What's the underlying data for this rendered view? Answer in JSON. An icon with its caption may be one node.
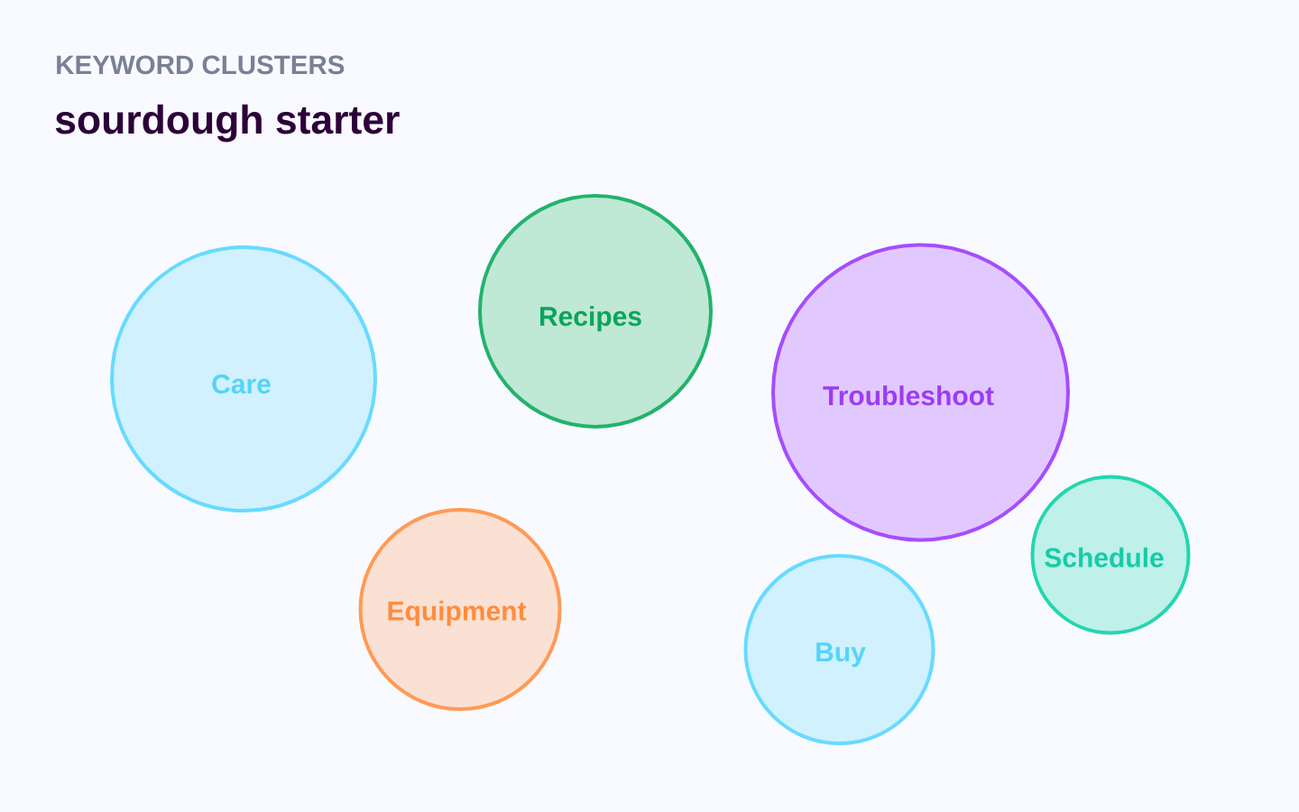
{
  "diagram": {
    "title": "sourdough starter",
    "nodes": [
      {
        "text": [
          "Care"
        ]
      },
      {
        "text": [
          "Recipes"
        ]
      },
      {
        "text": [
          "Troubleshoot"
        ]
      },
      {
        "text": [
          "Equipment"
        ]
      },
      {
        "text": [
          "Buy"
        ]
      },
      {
        "text": [
          "Schedule"
        ]
      }
    ],
    "labels": [
      "KEYWORD CLUSTERS"
    ]
  }
}
